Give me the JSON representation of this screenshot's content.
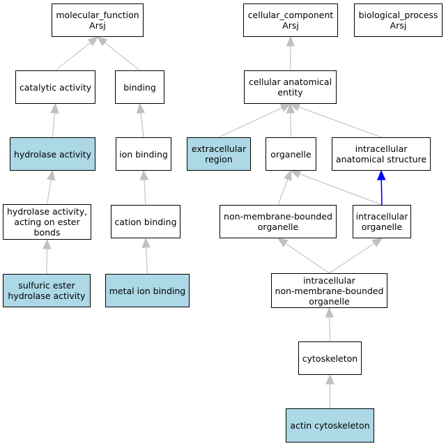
{
  "colors": {
    "highlight_fill": "#add8e6",
    "normal_fill": "#ffffff",
    "edge_gray": "#c0c0c0",
    "edge_blue": "#0000ff"
  },
  "nodes": {
    "molecular_function": {
      "label": "molecular_function\nArsj",
      "highlighted": false
    },
    "cellular_component": {
      "label": "cellular_component\nArsj",
      "highlighted": false
    },
    "biological_process": {
      "label": "biological_process\nArsj",
      "highlighted": false
    },
    "catalytic_activity": {
      "label": "catalytic activity",
      "highlighted": false
    },
    "binding": {
      "label": "binding",
      "highlighted": false
    },
    "cellular_anatomical_entity": {
      "label": "cellular anatomical\nentity",
      "highlighted": false
    },
    "hydrolase_activity": {
      "label": "hydrolase activity",
      "highlighted": true
    },
    "ion_binding": {
      "label": "ion binding",
      "highlighted": false
    },
    "extracellular_region": {
      "label": "extracellular\nregion",
      "highlighted": true
    },
    "organelle": {
      "label": "organelle",
      "highlighted": false
    },
    "intracellular_anatomical_structure": {
      "label": "intracellular\nanatomical structure",
      "highlighted": false
    },
    "hydrolase_activity_ester": {
      "label": "hydrolase activity,\nacting on ester\nbonds",
      "highlighted": false
    },
    "cation_binding": {
      "label": "cation binding",
      "highlighted": false
    },
    "non_membrane_bounded_organelle": {
      "label": "non-membrane-bounded\norganelle",
      "highlighted": false
    },
    "intracellular_organelle": {
      "label": "intracellular\norganelle",
      "highlighted": false
    },
    "sulfuric_ester_hydrolase": {
      "label": "sulfuric ester\nhydrolase activity",
      "highlighted": true
    },
    "metal_ion_binding": {
      "label": "metal ion binding",
      "highlighted": true
    },
    "intracellular_nmb_organelle": {
      "label": "intracellular\nnon-membrane-bounded\norganelle",
      "highlighted": false
    },
    "cytoskeleton": {
      "label": "cytoskeleton",
      "highlighted": false
    },
    "actin_cytoskeleton": {
      "label": "actin cytoskeleton",
      "highlighted": true
    }
  },
  "edges": [
    {
      "from": "catalytic_activity",
      "to": "molecular_function",
      "color": "gray"
    },
    {
      "from": "binding",
      "to": "molecular_function",
      "color": "gray"
    },
    {
      "from": "hydrolase_activity",
      "to": "catalytic_activity",
      "color": "gray"
    },
    {
      "from": "ion_binding",
      "to": "binding",
      "color": "gray"
    },
    {
      "from": "hydrolase_activity_ester",
      "to": "hydrolase_activity",
      "color": "gray"
    },
    {
      "from": "cation_binding",
      "to": "ion_binding",
      "color": "gray"
    },
    {
      "from": "sulfuric_ester_hydrolase",
      "to": "hydrolase_activity_ester",
      "color": "gray"
    },
    {
      "from": "metal_ion_binding",
      "to": "cation_binding",
      "color": "gray"
    },
    {
      "from": "cellular_anatomical_entity",
      "to": "cellular_component",
      "color": "gray"
    },
    {
      "from": "extracellular_region",
      "to": "cellular_anatomical_entity",
      "color": "gray"
    },
    {
      "from": "organelle",
      "to": "cellular_anatomical_entity",
      "color": "gray"
    },
    {
      "from": "intracellular_anatomical_structure",
      "to": "cellular_anatomical_entity",
      "color": "gray"
    },
    {
      "from": "non_membrane_bounded_organelle",
      "to": "organelle",
      "color": "gray"
    },
    {
      "from": "intracellular_organelle",
      "to": "organelle",
      "color": "gray"
    },
    {
      "from": "intracellular_organelle",
      "to": "intracellular_anatomical_structure",
      "color": "blue"
    },
    {
      "from": "intracellular_nmb_organelle",
      "to": "non_membrane_bounded_organelle",
      "color": "gray"
    },
    {
      "from": "intracellular_nmb_organelle",
      "to": "intracellular_organelle",
      "color": "gray"
    },
    {
      "from": "cytoskeleton",
      "to": "intracellular_nmb_organelle",
      "color": "gray"
    },
    {
      "from": "actin_cytoskeleton",
      "to": "cytoskeleton",
      "color": "gray"
    }
  ]
}
